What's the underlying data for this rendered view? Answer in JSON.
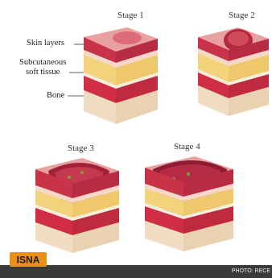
{
  "stages": [
    {
      "title": "Stage 1"
    },
    {
      "title": "Stage 2"
    },
    {
      "title": "Stage 3"
    },
    {
      "title": "Stage 4"
    }
  ],
  "labels": {
    "skin_layers": "Skin layers",
    "subcutaneous_line1": "Subcutaneous",
    "subcutaneous_line2": "soft tissue",
    "bone": "Bone"
  },
  "logo_text": "ISNA",
  "photo_credit": "PHOTO: RECE",
  "colors": {
    "skin_top": "#e8a0a0",
    "dermis": "#c8334a",
    "fat": "#f2d27a",
    "muscle": "#cf2e44",
    "bone": "#f0dcc0",
    "wound": "#b5283a",
    "footer": "#3a3a3a",
    "logo_orange": "#e8901a"
  }
}
